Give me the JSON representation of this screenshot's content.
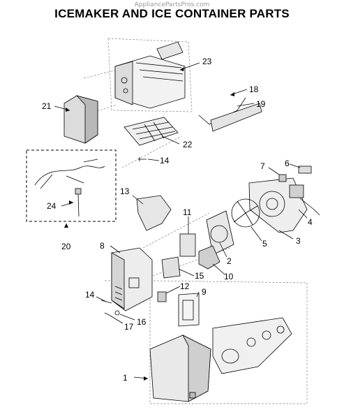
{
  "watermark": "AppliancePartsPros.com",
  "title": "ICEMAKER AND ICE CONTAINER PARTS",
  "callouts": [
    "1",
    "2",
    "3",
    "4",
    "5",
    "6",
    "7",
    "8",
    "9",
    "10",
    "11",
    "12",
    "13",
    "14",
    "14",
    "15",
    "16",
    "17",
    "18",
    "19",
    "20",
    "21",
    "22",
    "23",
    "24"
  ]
}
